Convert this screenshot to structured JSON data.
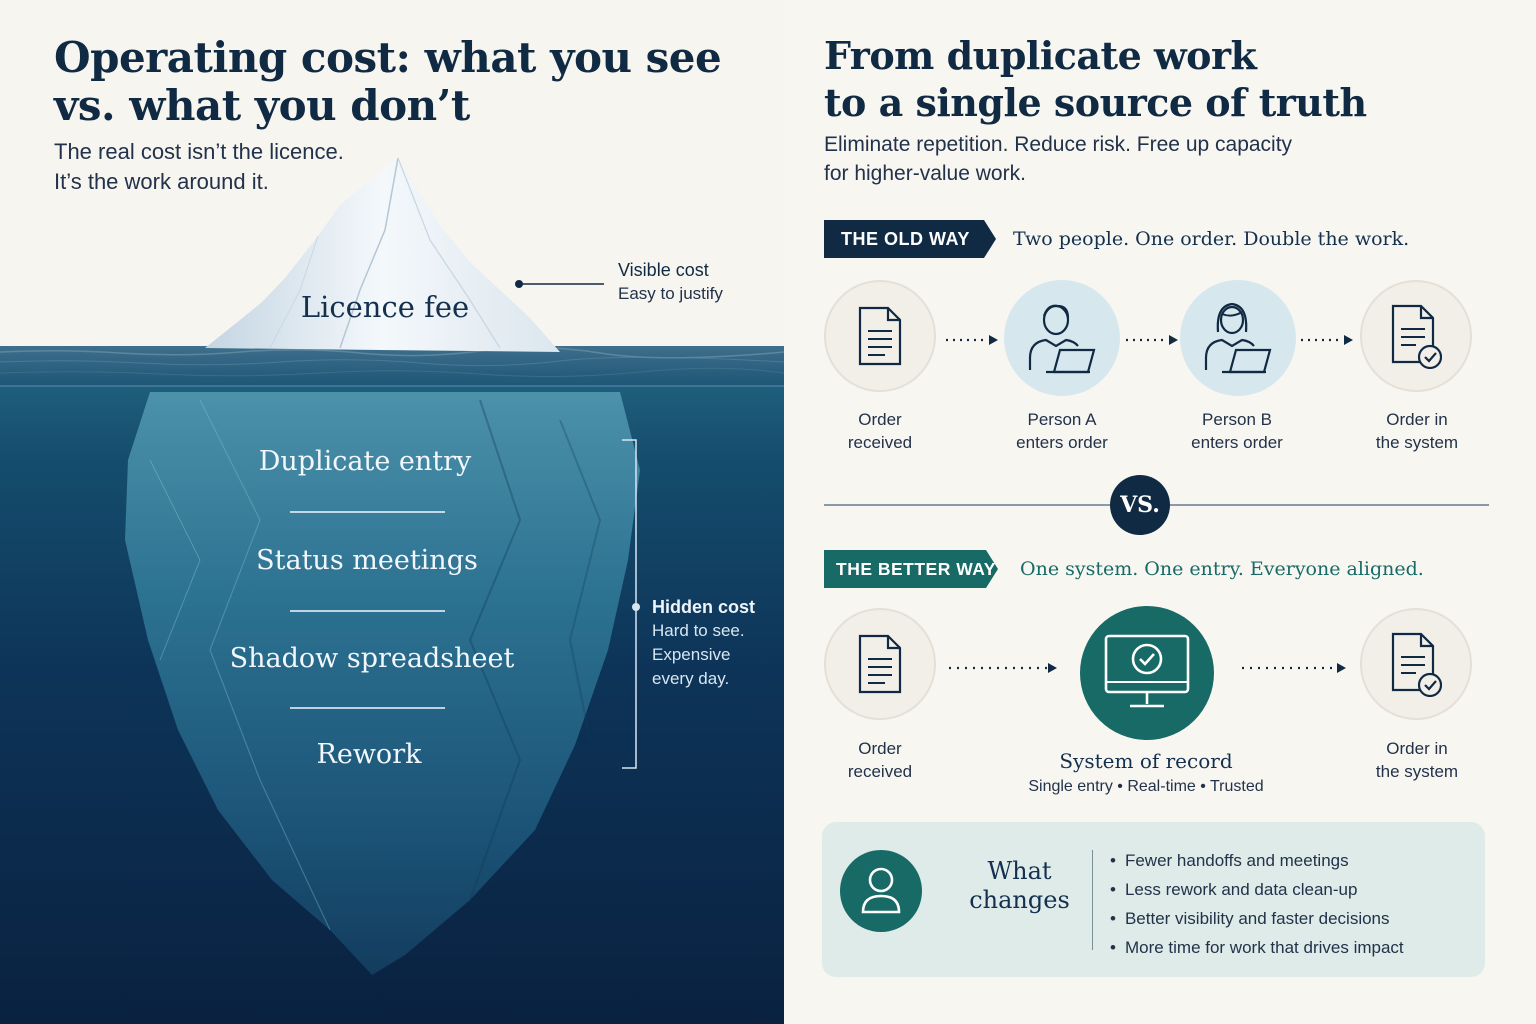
{
  "left": {
    "title_lines": [
      "Operating cost: what you see",
      "vs. what you don’t"
    ],
    "subtitle_lines": [
      "The real cost isn’t the licence.",
      "It’s the work around it."
    ],
    "tip_label": "Licence fee",
    "visible": {
      "heading": "Visible cost",
      "text": "Easy to justify"
    },
    "hidden_items": [
      "Duplicate entry",
      "Status meetings",
      "Shadow spreadsheet",
      "Rework"
    ],
    "hidden": {
      "heading": "Hidden cost",
      "lines": [
        "Hard to see.",
        "Expensive",
        "every day."
      ]
    }
  },
  "right": {
    "title_lines": [
      "From duplicate work",
      "to a single source of truth"
    ],
    "subtitle_lines": [
      "Eliminate repetition. Reduce risk. Free up capacity",
      "for higher-value work."
    ],
    "old_way": {
      "tag": "THE OLD WAY",
      "tagline": "Two people. One order. Double the work.",
      "steps": [
        {
          "icon": "document-icon",
          "lines": [
            "Order",
            "received"
          ]
        },
        {
          "icon": "man-laptop-icon",
          "lines": [
            "Person A",
            "enters order"
          ]
        },
        {
          "icon": "woman-laptop-icon",
          "lines": [
            "Person B",
            "enters order"
          ]
        },
        {
          "icon": "document-check-icon",
          "lines": [
            "Order in",
            "the system"
          ]
        }
      ]
    },
    "vs_label": "VS.",
    "better_way": {
      "tag": "THE BETTER WAY",
      "tagline": "One system. One entry. Everyone aligned.",
      "steps": [
        {
          "icon": "document-icon",
          "lines": [
            "Order",
            "received"
          ]
        },
        {
          "icon": "monitor-check-icon",
          "title": "System of record",
          "subtitle": "Single entry • Real-time • Trusted"
        },
        {
          "icon": "document-check-icon",
          "lines": [
            "Order in",
            "the system"
          ]
        }
      ]
    },
    "what_changes": {
      "title_lines": [
        "What",
        "changes"
      ],
      "icon": "person-icon",
      "items": [
        "Fewer handoffs and meetings",
        "Less rework and data clean-up",
        "Better visibility and faster decisions",
        "More time for work that drives impact"
      ]
    }
  },
  "colors": {
    "navy": "#102a43",
    "teal": "#176a66",
    "deep_water": "#0b2744",
    "light_teal_box": "#deebe8",
    "pale_blue_circle": "#d7e7ee"
  }
}
